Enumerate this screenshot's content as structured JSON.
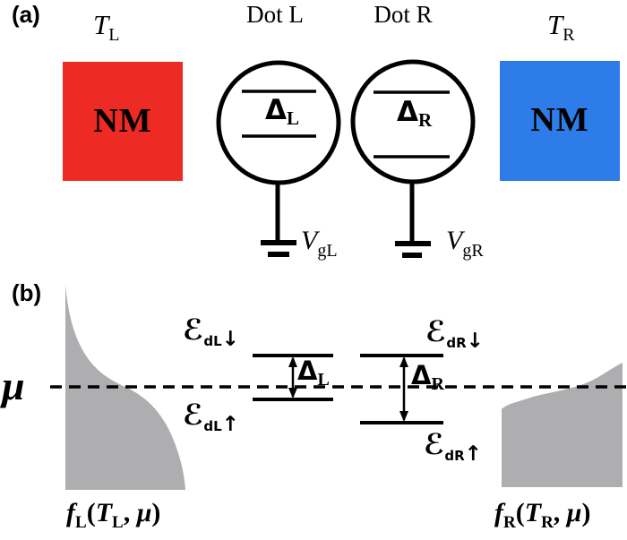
{
  "colors": {
    "hot_lead": "#ee2a25",
    "cold_lead": "#2e7ce8",
    "fermi_fill": "#aeaeb1",
    "ink": "#000000"
  },
  "panel_a": {
    "label": "(a)",
    "left_lead": {
      "temp": "T",
      "temp_sub": "L",
      "material": "NM"
    },
    "right_lead": {
      "temp": "T",
      "temp_sub": "R",
      "material": "NM"
    },
    "dot_left": {
      "title": "Dot L",
      "gap": "Δ",
      "gap_sub": "L"
    },
    "dot_right": {
      "title": "Dot R",
      "gap": "Δ",
      "gap_sub": "R"
    },
    "gate_left": {
      "v": "V",
      "sub": "gL"
    },
    "gate_right": {
      "v": "V",
      "sub": "gR"
    }
  },
  "panel_b": {
    "label": "(b)",
    "mu": "μ",
    "left_dot": {
      "gap": "Δ",
      "gap_sub": "L",
      "level_down": "ℰ",
      "level_down_sub": "dL",
      "level_down_arrow": "↓",
      "level_up": "ℰ",
      "level_up_sub": "dL",
      "level_up_arrow": "↑"
    },
    "right_dot": {
      "gap": "Δ",
      "gap_sub": "R",
      "level_down": "ℰ",
      "level_down_sub": "dR",
      "level_down_arrow": "↓",
      "level_up": "ℰ",
      "level_up_sub": "dR",
      "level_up_arrow": "↑"
    },
    "left_dist": {
      "name": "f",
      "name_sub": "L",
      "open": "(",
      "temp": "T",
      "temp_sub": "L",
      "sep": ", ",
      "mu": "μ",
      "close": ")"
    },
    "right_dist": {
      "name": "f",
      "name_sub": "R",
      "open": "(",
      "temp": "T",
      "temp_sub": "R",
      "sep": ", ",
      "mu": "μ",
      "close": ")"
    }
  }
}
